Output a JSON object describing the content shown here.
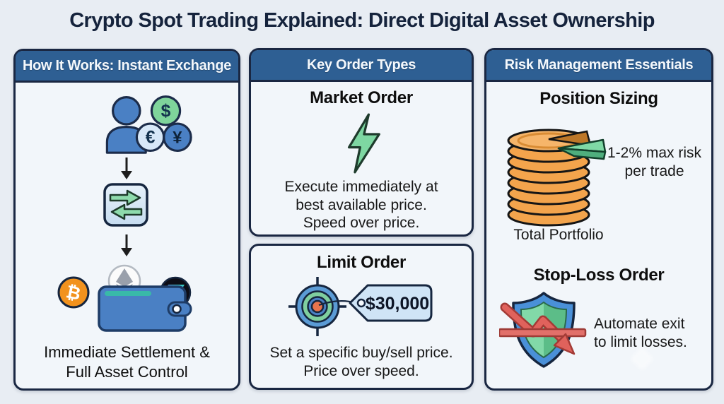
{
  "page": {
    "title": "Crypto Spot Trading Explained: Direct Digital Asset Ownership"
  },
  "colors": {
    "page_bg": "#e8edf3",
    "panel_bg": "#f2f6fa",
    "header_blue": "#2e5f93",
    "border_navy": "#1a2742",
    "title_navy": "#15233c",
    "icon_green": "#7ed7a2",
    "icon_blue": "#4a80c4",
    "coin_stack_orange": "#f3a44c",
    "bitcoin_orange": "#f2921d",
    "stoploss_red": "#d94f4f",
    "price_tag_blue": "#cfe4f6",
    "target_center_orange": "#e8744d"
  },
  "panels": {
    "how_it_works": {
      "header": "How It Works: Instant Exchange",
      "currency_symbols": {
        "dollar": "$",
        "euro": "€",
        "yen": "¥"
      },
      "bitcoin_symbol": "₿",
      "icons": [
        "person-icon",
        "dollar-coin-icon",
        "euro-coin-icon",
        "yen-coin-icon",
        "down-arrow-icon",
        "exchange-arrows-icon",
        "down-arrow-icon",
        "bitcoin-coin-icon",
        "ethereum-coin-icon",
        "wallet-icon",
        "solana-coin-icon"
      ],
      "caption": "Immediate Settlement &\nFull Asset Control"
    },
    "order_types": {
      "header": "Key Order Types",
      "market_order": {
        "title": "Market Order",
        "icon": "lightning-bolt-icon",
        "description": "Execute immediately at\nbest available price.\nSpeed over price."
      },
      "limit_order": {
        "title": "Limit Order",
        "icon": "target-price-tag-icon",
        "price_tag": "$30,000",
        "description": "Set a specific buy/sell price.\nPrice over speed."
      }
    },
    "risk_management": {
      "header": "Risk Management Essentials",
      "position_sizing": {
        "title": "Position Sizing",
        "icon": "coin-stack-wedge-icon",
        "risk_note": "1-2% max risk\nper trade",
        "stack_label": "Total Portfolio"
      },
      "stop_loss": {
        "title": "Stop-Loss Order",
        "icon": "shield-declining-arrow-icon",
        "note": "Automate exit\nto limit losses."
      }
    }
  }
}
